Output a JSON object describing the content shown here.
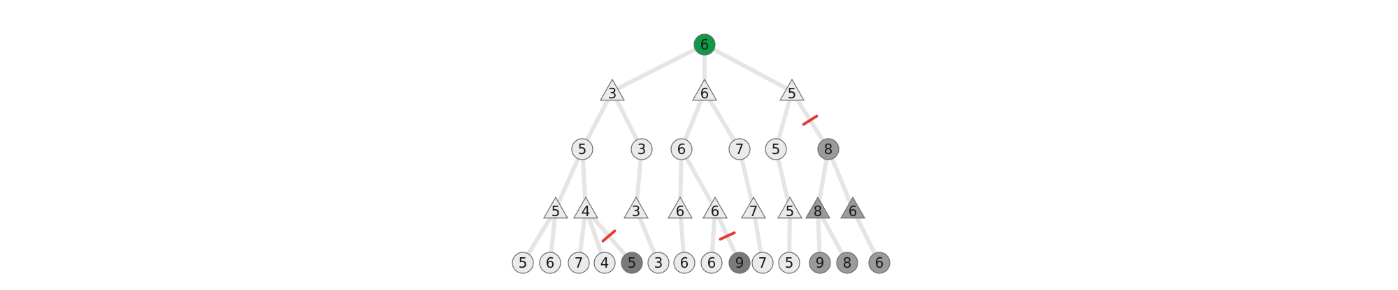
{
  "colors": {
    "root": "#0f9a48",
    "default": "#ebebeb",
    "pruned_dark": "#7a7a7a",
    "pruned": "#9a9a9a",
    "edge": "#e5e5e5",
    "cut": "#e53935"
  },
  "tree": {
    "nodes": [
      {
        "id": "root",
        "shape": "circle",
        "value": "6",
        "style": "root"
      },
      {
        "id": "n1",
        "shape": "triangle",
        "value": "3",
        "style": "default"
      },
      {
        "id": "n2",
        "shape": "triangle",
        "value": "6",
        "style": "default"
      },
      {
        "id": "n3",
        "shape": "triangle",
        "value": "5",
        "style": "default"
      },
      {
        "id": "n11",
        "shape": "circle",
        "value": "5",
        "style": "default"
      },
      {
        "id": "n12",
        "shape": "circle",
        "value": "3",
        "style": "default"
      },
      {
        "id": "n21",
        "shape": "circle",
        "value": "6",
        "style": "default"
      },
      {
        "id": "n22",
        "shape": "circle",
        "value": "7",
        "style": "default"
      },
      {
        "id": "n31",
        "shape": "circle",
        "value": "5",
        "style": "default"
      },
      {
        "id": "n32",
        "shape": "circle",
        "value": "8",
        "style": "pruned"
      },
      {
        "id": "n111",
        "shape": "triangle",
        "value": "5",
        "style": "default"
      },
      {
        "id": "n112",
        "shape": "triangle",
        "value": "4",
        "style": "default"
      },
      {
        "id": "n121",
        "shape": "triangle",
        "value": "3",
        "style": "default"
      },
      {
        "id": "n211",
        "shape": "triangle",
        "value": "6",
        "style": "default"
      },
      {
        "id": "n212",
        "shape": "triangle",
        "value": "6",
        "style": "default"
      },
      {
        "id": "n221",
        "shape": "triangle",
        "value": "7",
        "style": "default"
      },
      {
        "id": "n311",
        "shape": "triangle",
        "value": "5",
        "style": "default"
      },
      {
        "id": "n321",
        "shape": "triangle",
        "value": "8",
        "style": "pruned"
      },
      {
        "id": "n322",
        "shape": "triangle",
        "value": "6",
        "style": "pruned"
      },
      {
        "id": "l1",
        "shape": "circle",
        "value": "5",
        "style": "default"
      },
      {
        "id": "l2",
        "shape": "circle",
        "value": "6",
        "style": "default"
      },
      {
        "id": "l3",
        "shape": "circle",
        "value": "7",
        "style": "default"
      },
      {
        "id": "l4",
        "shape": "circle",
        "value": "4",
        "style": "default"
      },
      {
        "id": "l5",
        "shape": "circle",
        "value": "5",
        "style": "pruned_dark"
      },
      {
        "id": "l6",
        "shape": "circle",
        "value": "3",
        "style": "default"
      },
      {
        "id": "l7",
        "shape": "circle",
        "value": "6",
        "style": "default"
      },
      {
        "id": "l8",
        "shape": "circle",
        "value": "6",
        "style": "default"
      },
      {
        "id": "l9",
        "shape": "circle",
        "value": "9",
        "style": "pruned_dark"
      },
      {
        "id": "l10",
        "shape": "circle",
        "value": "7",
        "style": "default"
      },
      {
        "id": "l11",
        "shape": "circle",
        "value": "5",
        "style": "default"
      },
      {
        "id": "l12",
        "shape": "circle",
        "value": "9",
        "style": "pruned"
      },
      {
        "id": "l13",
        "shape": "circle",
        "value": "8",
        "style": "pruned"
      },
      {
        "id": "l14",
        "shape": "circle",
        "value": "6",
        "style": "pruned"
      }
    ],
    "edges": [
      [
        "root",
        "n1"
      ],
      [
        "root",
        "n2"
      ],
      [
        "root",
        "n3"
      ],
      [
        "n1",
        "n11"
      ],
      [
        "n1",
        "n12"
      ],
      [
        "n2",
        "n21"
      ],
      [
        "n2",
        "n22"
      ],
      [
        "n3",
        "n31"
      ],
      [
        "n3",
        "n32"
      ],
      [
        "n11",
        "n111"
      ],
      [
        "n11",
        "n112"
      ],
      [
        "n12",
        "n121"
      ],
      [
        "n21",
        "n211"
      ],
      [
        "n21",
        "n212"
      ],
      [
        "n22",
        "n221"
      ],
      [
        "n31",
        "n311"
      ],
      [
        "n32",
        "n321"
      ],
      [
        "n32",
        "n322"
      ],
      [
        "n111",
        "l1"
      ],
      [
        "n111",
        "l2"
      ],
      [
        "n112",
        "l3"
      ],
      [
        "n112",
        "l4"
      ],
      [
        "n112",
        "l5"
      ],
      [
        "n121",
        "l6"
      ],
      [
        "n211",
        "l7"
      ],
      [
        "n212",
        "l8"
      ],
      [
        "n212",
        "l9"
      ],
      [
        "n221",
        "l10"
      ],
      [
        "n311",
        "l11"
      ],
      [
        "n321",
        "l12"
      ],
      [
        "n321",
        "l13"
      ],
      [
        "n322",
        "l14"
      ]
    ],
    "cuts": [
      [
        "n3",
        "n32"
      ],
      [
        "n112",
        "l5"
      ],
      [
        "n212",
        "l9"
      ]
    ]
  }
}
